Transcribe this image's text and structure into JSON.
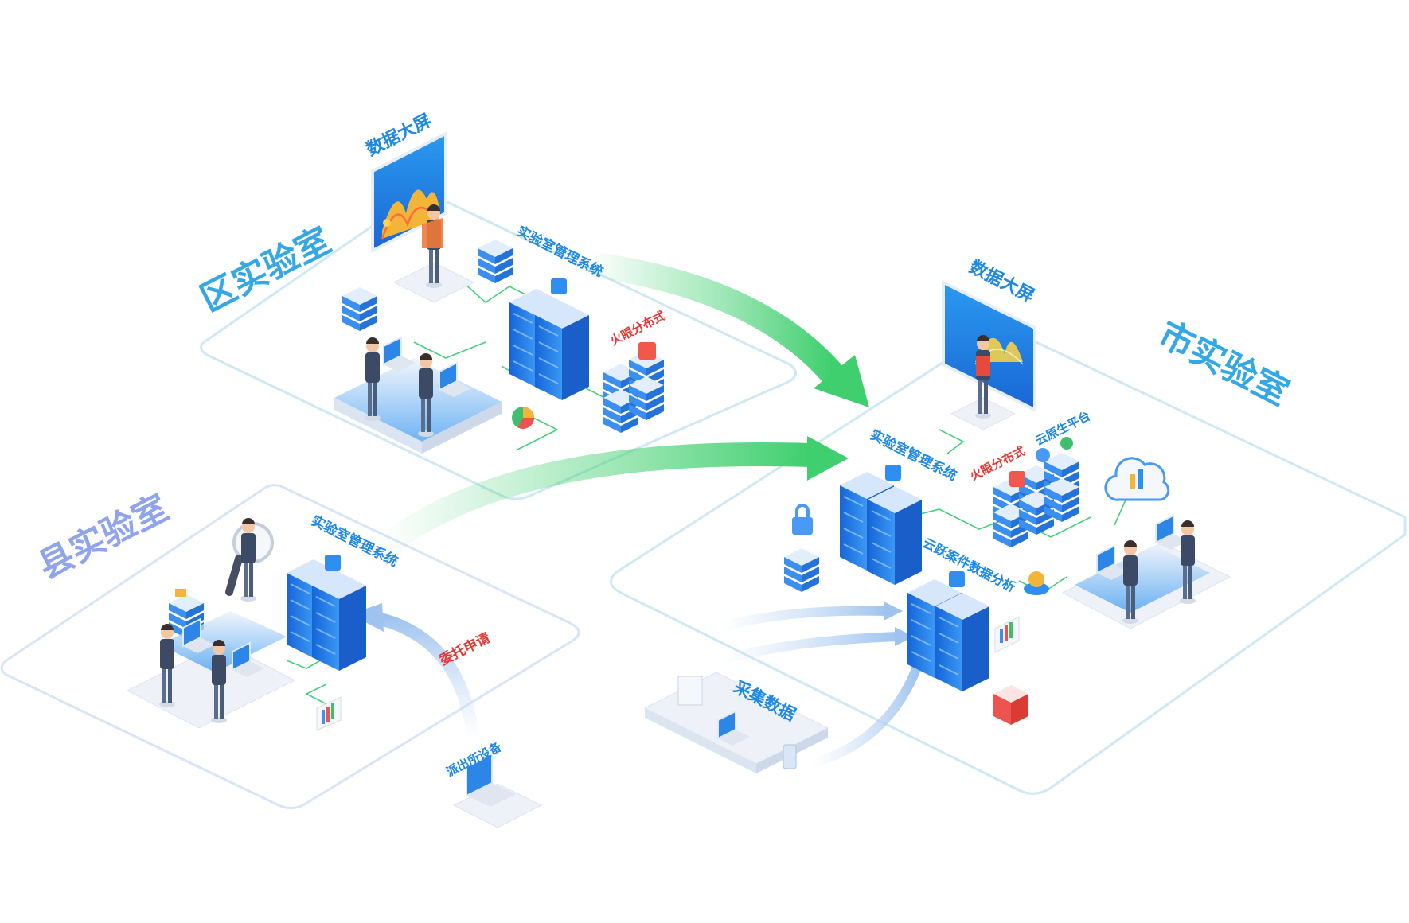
{
  "zones": {
    "district": {
      "title": "区实验室",
      "title_color": "#34a8e6"
    },
    "county": {
      "title": "县实验室",
      "title_color": "#8fa4ea"
    },
    "city": {
      "title": "市实验室",
      "title_color": "#34a8e6"
    }
  },
  "labels": {
    "district_screen": "数据大屏",
    "district_lims": "实验室管理系统",
    "district_fire": "火眼分布式",
    "county_lims": "实验室管理系统",
    "county_request": "委托申请",
    "police_device": "派出所设备",
    "city_screen": "数据大屏",
    "city_lims": "实验室管理系统",
    "city_fire": "火眼分布式",
    "city_cloud": "云原生平台",
    "city_case_analysis": "云跃案件数据分析",
    "collect_data": "采集数据"
  },
  "colors": {
    "label_blue": "#1e88e5",
    "label_red": "#e53935",
    "server_blue": "#1f78e0",
    "flow_green": "#3fcf6e",
    "flow_light_blue": "#b9d6f5",
    "platform": "#eef2f8"
  }
}
